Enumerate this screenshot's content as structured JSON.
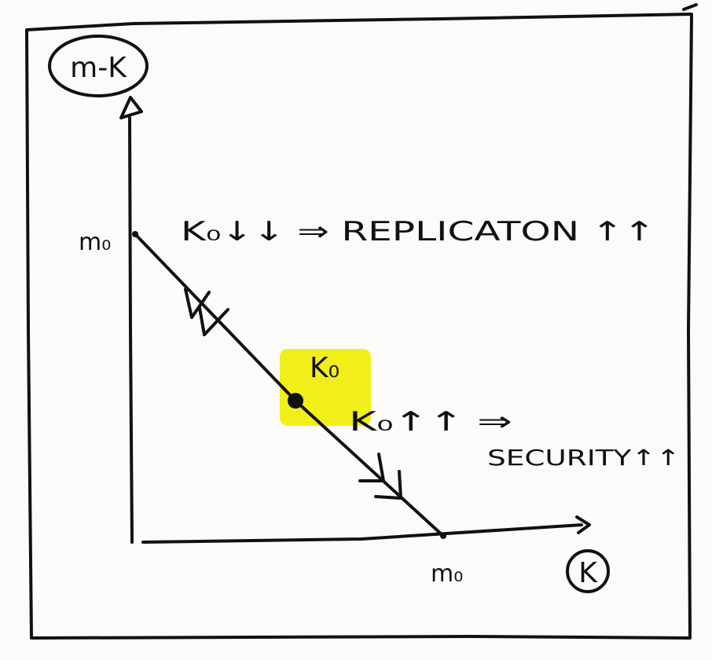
{
  "diagram": {
    "y_axis_label": "m-K",
    "x_axis_label": "K",
    "y_intercept_label": "m₀",
    "x_intercept_label": "m₀",
    "equilibrium_label": "K₀",
    "upper_annotation": "K₀↓↓ ⇒ REPLICATON ↑↑",
    "lower_annotation_line1": "K₀↑↑ ⇒",
    "lower_annotation_line2": "SECURITY↑↑",
    "highlight_color": "#f2ee1a",
    "ink_color": "#111111"
  }
}
